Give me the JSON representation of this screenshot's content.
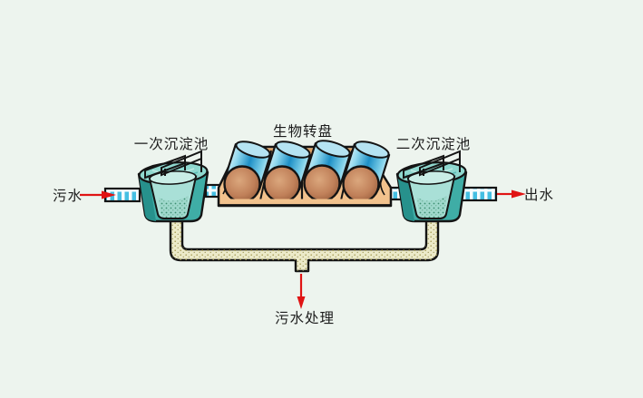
{
  "diagram": {
    "type": "wastewater-treatment-process-diagram",
    "labels": {
      "inlet": "污水",
      "primary_tank": "一次沉淀池",
      "biodisc": "生物转盘",
      "secondary_tank": "二次沉淀池",
      "outlet": "出水",
      "sludge_treatment": "污水处理"
    },
    "flow": {
      "inlet_arrow_direction": "right",
      "outlet_arrow_direction": "right",
      "sludge_arrow_direction": "down"
    },
    "colors": {
      "background": "#edf4ee",
      "arrow_red": "#e01414",
      "outline_black": "#141414",
      "tank_teal": "#3fada6",
      "tank_teal_dark": "#27918c",
      "tank_rim": "#8fd8cf",
      "tank_inner_bucket": "#a9e0d7",
      "sludge_dots_green": "#3e8f72",
      "trough_tan": "#f2c28d",
      "trough_shade": "#dd9f63",
      "cylinder_blue": "#1e8fc6",
      "cylinder_top_blue": "#b5e3f2",
      "cylinder_face_brown": "#c08059",
      "pipe_stripe_blue": "#45bfe2",
      "sludge_pipe_beige": "#eceac9",
      "sludge_pipe_speckle": "#a69d55",
      "text": "#1c1c1c"
    }
  }
}
